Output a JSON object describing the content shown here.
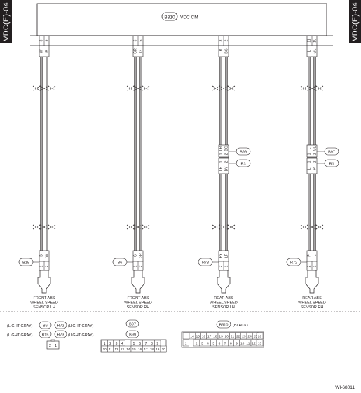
{
  "side_tabs": {
    "left": "VDC(E)-04",
    "right": "VDC(E)-04"
  },
  "module": {
    "connector": "B310",
    "name": "VDC CM"
  },
  "sensors": [
    {
      "pins_top": [
        "8",
        "9"
      ],
      "wire_colors_top": [
        "W",
        "B"
      ],
      "wire_colors_bottom": [
        "B",
        "W"
      ],
      "mid_connectors": [],
      "mid_pins_upper": [],
      "mid_pins_lower": [],
      "mid_colors_lower": [],
      "end_connector": "B15",
      "end_pins": [
        "1",
        "2"
      ],
      "label": [
        "FRONT ABS",
        "WHEEL SPEED",
        "SENSOR LH"
      ]
    },
    {
      "pins_top": [
        "6",
        "5"
      ],
      "wire_colors_top": [
        "GR",
        "G"
      ],
      "wire_colors_bottom": [
        "G",
        "GR"
      ],
      "mid_connectors": [],
      "mid_pins_upper": [],
      "mid_pins_lower": [],
      "mid_colors_lower": [],
      "end_connector": "B6",
      "end_pins": [
        "1",
        "2"
      ],
      "label": [
        "FRONT ABS",
        "WHEEL SPEED",
        "SENSOR RH"
      ]
    },
    {
      "pins_top": [
        "3",
        "2"
      ],
      "wire_colors_top": [
        "LR",
        "BG"
      ],
      "wire_colors_bottom": [
        "BY",
        "LR"
      ],
      "mid_connectors": [
        "B99",
        "R3"
      ],
      "mid_pins_upper": [
        "1",
        "2"
      ],
      "mid_pins_lower": [
        "1",
        "2"
      ],
      "mid_colors_lower": [
        "LR",
        "BY"
      ],
      "end_connector": "R73",
      "end_pins": [
        "2",
        "1"
      ],
      "label": [
        "REAR ABS",
        "WHEEL SPEED",
        "SENSOR LH"
      ]
    },
    {
      "pins_top": [
        "11",
        "10"
      ],
      "wire_colors_top": [
        "L",
        "GL"
      ],
      "wire_colors_bottom": [
        "P",
        "L"
      ],
      "mid_connectors": [
        "B97",
        "R1"
      ],
      "mid_pins_upper": [
        "1",
        "2"
      ],
      "mid_pins_lower": [
        "1",
        "2"
      ],
      "mid_colors_lower": [
        "L",
        "P"
      ],
      "end_connector": "R72",
      "end_pins": [
        "2",
        "1"
      ],
      "label": [
        "REAR ABS",
        "WHEEL SPEED",
        "SENSOR RH"
      ]
    }
  ],
  "legend": {
    "group1": {
      "color_left": "(LIGHT GRAY)",
      "color_right": "(LIGHT GRAY)",
      "row1": [
        "B6",
        "R72"
      ],
      "row2": [
        "B15",
        "R73"
      ],
      "face_pins": [
        "2",
        "1"
      ]
    },
    "group2": {
      "tags": [
        "B97",
        "B99"
      ],
      "row1": [
        "1",
        "2",
        "3",
        "4",
        "5",
        "6",
        "7",
        "8",
        "9"
      ],
      "row2": [
        "10",
        "11",
        "12",
        "13",
        "14",
        "15",
        "16",
        "17",
        "18",
        "19",
        "20"
      ]
    },
    "group3": {
      "tag": "B310",
      "color": "(BLACK)",
      "row1": [
        "14",
        "15",
        "16",
        "17",
        "18",
        "19",
        "20",
        "21",
        "22",
        "23",
        "24",
        "25"
      ],
      "row1_right": "26",
      "row2_left": "1",
      "row2": [
        "2",
        "3",
        "4",
        "5",
        "6",
        "7",
        "8",
        "9",
        "10",
        "11",
        "12"
      ],
      "row2_right": "13"
    }
  },
  "figure_code": "WI-68011"
}
